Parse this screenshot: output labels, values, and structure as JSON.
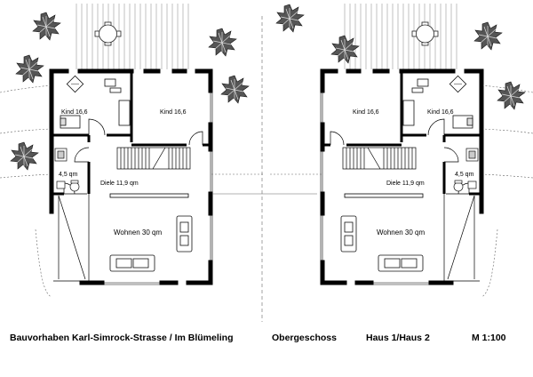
{
  "footer": {
    "project": "Bauvorhaben Karl-Simrock-Strasse / Im Blümeling",
    "floor": "Obergeschoss",
    "houses": "Haus 1/Haus 2",
    "scale": "M 1:100"
  },
  "haus1": {
    "kind_a": "Kind 16,6",
    "kind_b": "Kind 16,6",
    "bath": "4,5 qm",
    "diele": "Diele 11,9 qm",
    "wohnen": "Wohnen 30 qm"
  },
  "haus2": {
    "kind_a": "Kind 16,6",
    "kind_b": "Kind 16,6",
    "bath": "4,5 qm",
    "diele": "Diele 11,9 qm",
    "wohnen": "Wohnen 30 qm"
  },
  "colors": {
    "wall": "#000000",
    "line": "#555555",
    "tree": "#333333"
  },
  "icons": [
    "tree-icon",
    "patio-table-icon",
    "bed-icon",
    "sofa-icon",
    "toilet-icon",
    "sink-icon",
    "stair-icon",
    "door-swing-icon"
  ]
}
